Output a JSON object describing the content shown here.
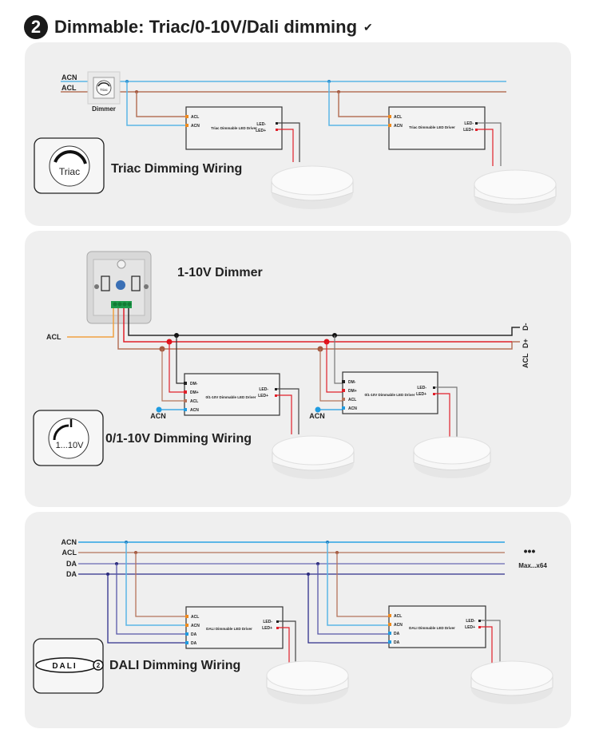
{
  "header": {
    "step_number": "2",
    "title": "Dimmable: Triac/0-10V/Dali dimming",
    "chevron": "chevron-down-icon"
  },
  "colors": {
    "acn": "#5bb6e6",
    "acl": "#b5735a",
    "dim_neg": "#2b2b2b",
    "dim_pos": "#e0202a",
    "da_light": "#9b9bc9",
    "da_dark": "#2e2e8a",
    "panel_bg": "#efefef"
  },
  "triac": {
    "wire_labels": [
      "ACN",
      "ACL"
    ],
    "dimmer_icon_text": "Triac",
    "dimmer_label": "Dimmer",
    "badge_text": "Triac",
    "caption": "Triac Dimming Wiring",
    "driver": {
      "inputs": [
        "ACL",
        "ACN"
      ],
      "outputs": [
        "LED-",
        "LED+"
      ],
      "name": "Triac Dimmable LED Driver"
    }
  },
  "v010": {
    "device_title": "1-10V Dimmer",
    "acl_label": "ACL",
    "right_labels": [
      "D-",
      "D+",
      "ACL"
    ],
    "acn_label": "ACN",
    "badge_text": "1...10V",
    "caption": "0/1-10V Dimming Wiring",
    "driver": {
      "inputs": [
        "DM-",
        "DM+",
        "ACL",
        "ACN"
      ],
      "outputs": [
        "LED-",
        "LED+"
      ],
      "name": "0/1-10V Dimmable LED Driver"
    }
  },
  "dali": {
    "wire_labels": [
      "ACN",
      "ACL",
      "DA",
      "DA"
    ],
    "more": "•••",
    "max_label": "Max...x64",
    "badge_text": "DALI",
    "badge_sup": "2",
    "caption": "DALI Dimming Wiring",
    "driver": {
      "inputs": [
        "ACL",
        "ACN",
        "DA",
        "DA"
      ],
      "outputs": [
        "LED-",
        "LED+"
      ],
      "name": "DALI Dimmable LED Driver"
    }
  }
}
